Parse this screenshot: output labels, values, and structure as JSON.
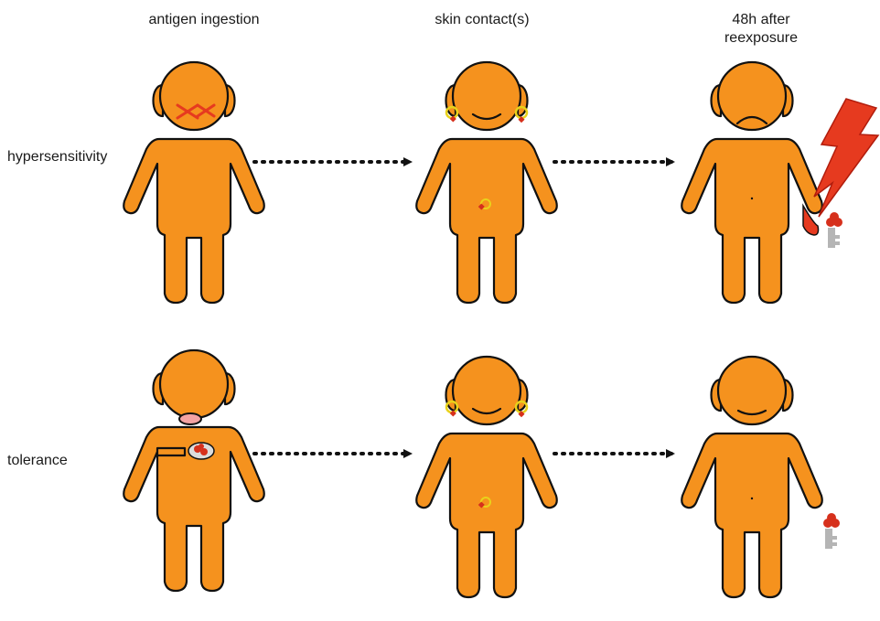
{
  "headers": {
    "col1": "antigen ingestion",
    "col2": "skin contact(s)",
    "col3_line1": "48h after",
    "col3_line2": "reexposure"
  },
  "rows": {
    "row1": "hypersensitivity",
    "row2": "tolerance"
  },
  "colors": {
    "body": "#f5921e",
    "outline": "#111111",
    "lightning": "#e63a1f",
    "mouth": "#f4a3a3",
    "earring": "#e9d21b",
    "antigen": "#d6301c",
    "key": "#b5b5b5"
  }
}
